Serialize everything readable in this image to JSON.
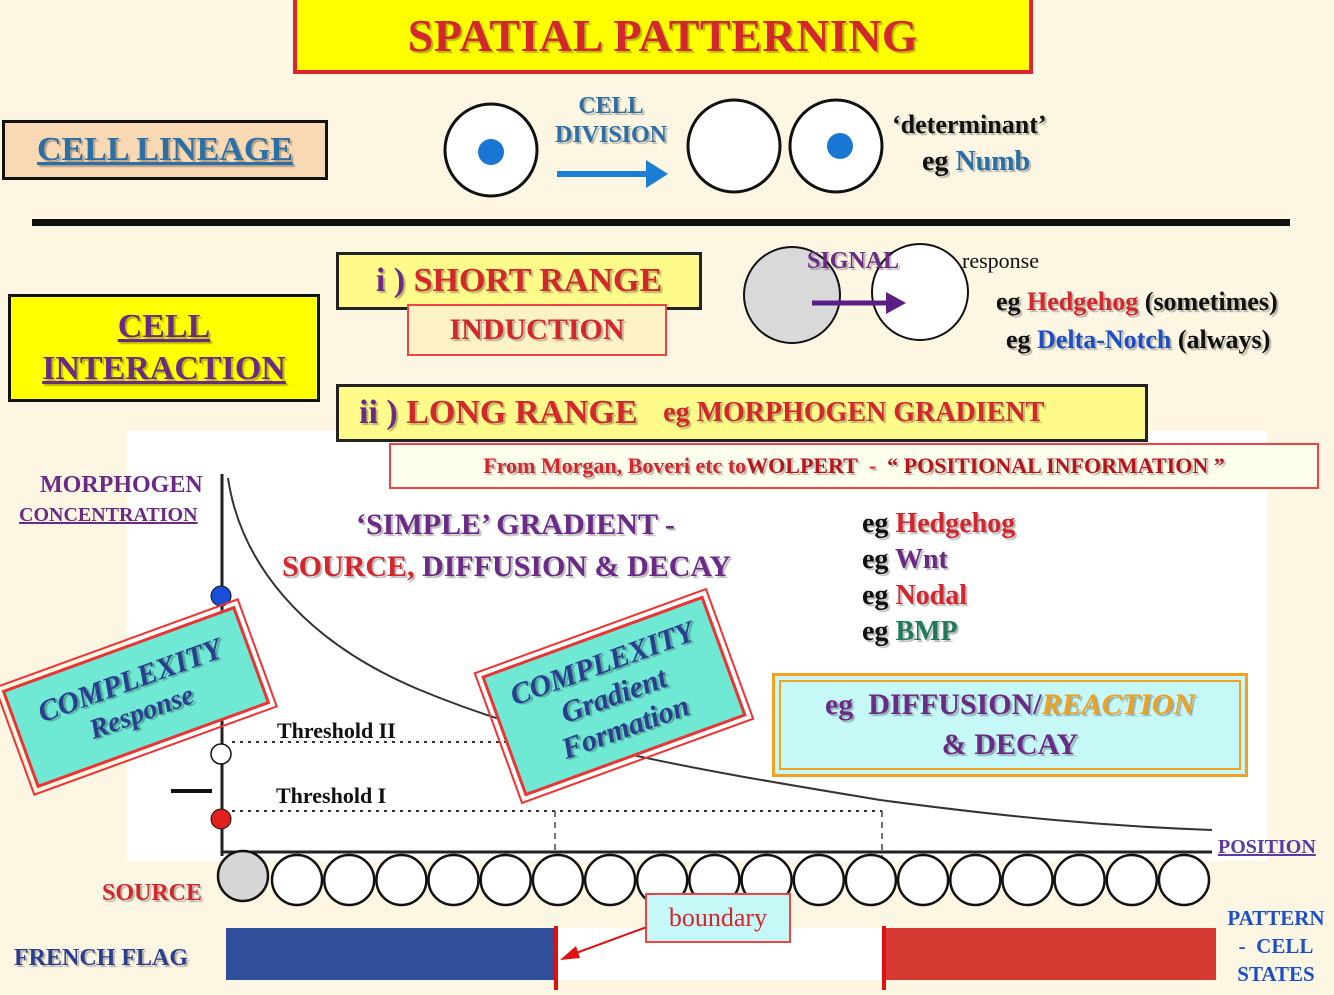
{
  "title": "SPATIAL PATTERNING",
  "cell_lineage": {
    "label": "CELL LINEAGE",
    "division_line1": "CELL",
    "division_line2": "DIVISION",
    "determinant": "‘determinant’",
    "eg": "eg",
    "example": "Numb"
  },
  "cell_interaction": {
    "line1": "CELL",
    "line2": "INTERACTION"
  },
  "short_range": {
    "prefix": "i ) ",
    "label": "SHORT RANGE",
    "induction": "INDUCTION",
    "signal": "SIGNAL",
    "response": "response",
    "eg": "eg",
    "example1": "Hedgehog",
    "example1_note": "(sometimes)",
    "example2": "Delta-Notch",
    "example2_note": "(always)"
  },
  "long_range": {
    "prefix": "ii ) ",
    "label": "LONG RANGE",
    "suffix": "eg MORPHOGEN GRADIENT",
    "history_prefix": "From Morgan, Boveri etc to ",
    "history_name": "WOLPERT",
    "history_dash": "  -  ",
    "history_quote": "“ POSITIONAL INFORMATION ”"
  },
  "gradient_plot": {
    "y_label_line1": "MORPHOGEN",
    "y_label_line2": "CONCENTRATION",
    "x_label": "POSITION",
    "simple_line1": "‘SIMPLE’ GRADIENT -",
    "simple_line2_a": "SOURCE, ",
    "simple_line2_b": "DIFFUSION & DECAY",
    "eg": "eg",
    "morphogens": [
      "Hedgehog",
      "Wnt",
      "Nodal",
      "BMP"
    ],
    "threshold_2": "Threshold II",
    "threshold_1": "Threshold I",
    "source": "SOURCE",
    "cell_count": 18
  },
  "complexity_response": {
    "line1": "COMPLEXITY",
    "line2": "Response"
  },
  "complexity_gradient": {
    "line1": "COMPLEXITY",
    "line2": "Gradient",
    "line3": "Formation"
  },
  "diffusion_reaction": {
    "eg": "eg  ",
    "diffusion": "DIFFUSION/",
    "reaction": "REACTION",
    "line2": "& DECAY"
  },
  "french_flag": {
    "label": "FRENCH FLAG",
    "boundary": "boundary",
    "pattern_line1": "PATTERN",
    "pattern_line2": "-  CELL",
    "pattern_line3": "STATES"
  },
  "colors": {
    "title_red": "#d3262d",
    "flag_blue": "#2f4f9a",
    "flag_white": "#ffffff",
    "flag_red": "#d63a32",
    "blue_dot": "#1a4fd8",
    "red_dot": "#e0201e"
  }
}
